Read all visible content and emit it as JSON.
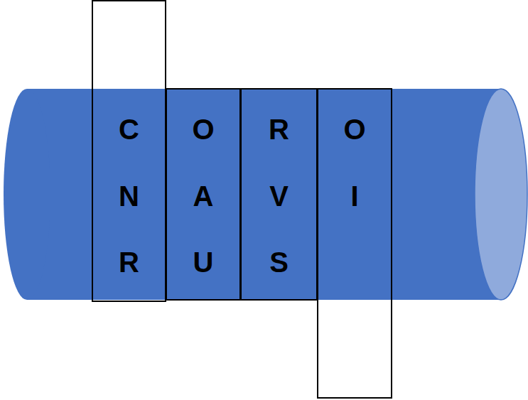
{
  "diagram": {
    "nodes": [
      {
        "text": [
          "C",
          "N",
          "R"
        ]
      },
      {
        "text": [
          "O",
          "A",
          "U"
        ]
      },
      {
        "text": [
          "R",
          "V",
          "S"
        ]
      },
      {
        "text": [
          "O",
          "I"
        ]
      }
    ]
  }
}
